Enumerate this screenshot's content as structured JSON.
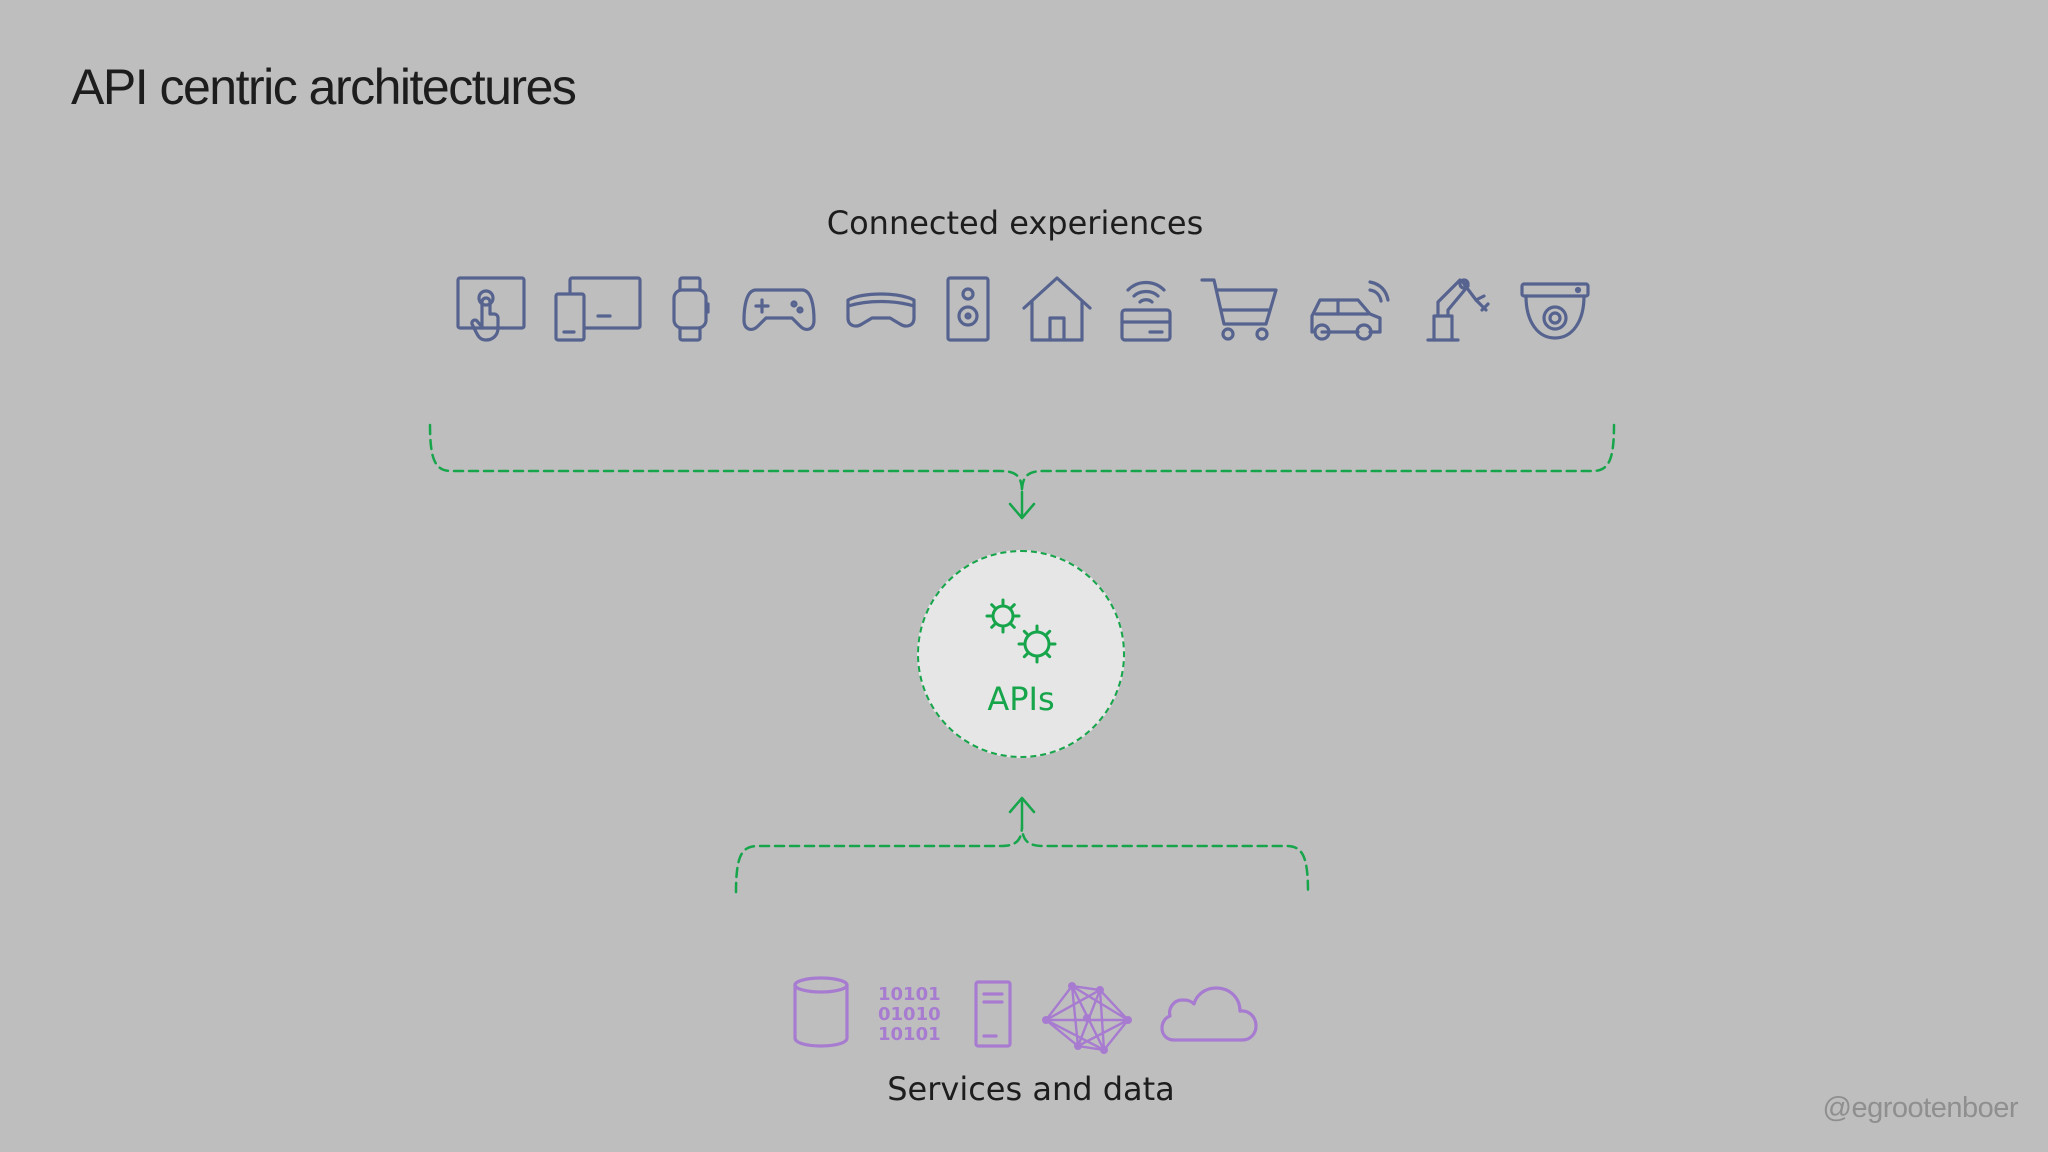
{
  "slide": {
    "title": "API centric architectures",
    "handle": "@egrootenboer"
  },
  "top_group": {
    "label": "Connected experiences",
    "icons": [
      "touch-screen-icon",
      "devices-icon",
      "smartwatch-icon",
      "gamepad-icon",
      "mixed-reality-headset-icon",
      "speaker-icon",
      "home-icon",
      "wireless-card-icon",
      "shopping-cart-icon",
      "connected-car-icon",
      "robot-arm-icon",
      "security-camera-icon"
    ]
  },
  "center": {
    "label": "APIs",
    "icon": "gears-icon"
  },
  "bottom_group": {
    "label": "Services and data",
    "icons": [
      "database-icon",
      "binary-data-icon",
      "server-icon",
      "network-mesh-icon",
      "cloud-icon"
    ]
  },
  "colors": {
    "background": "#bebebf",
    "device_icons": "#56638f",
    "service_icons": "#a77bd0",
    "api_accent": "#16a54a",
    "api_circle_fill": "#e6e6e7"
  }
}
